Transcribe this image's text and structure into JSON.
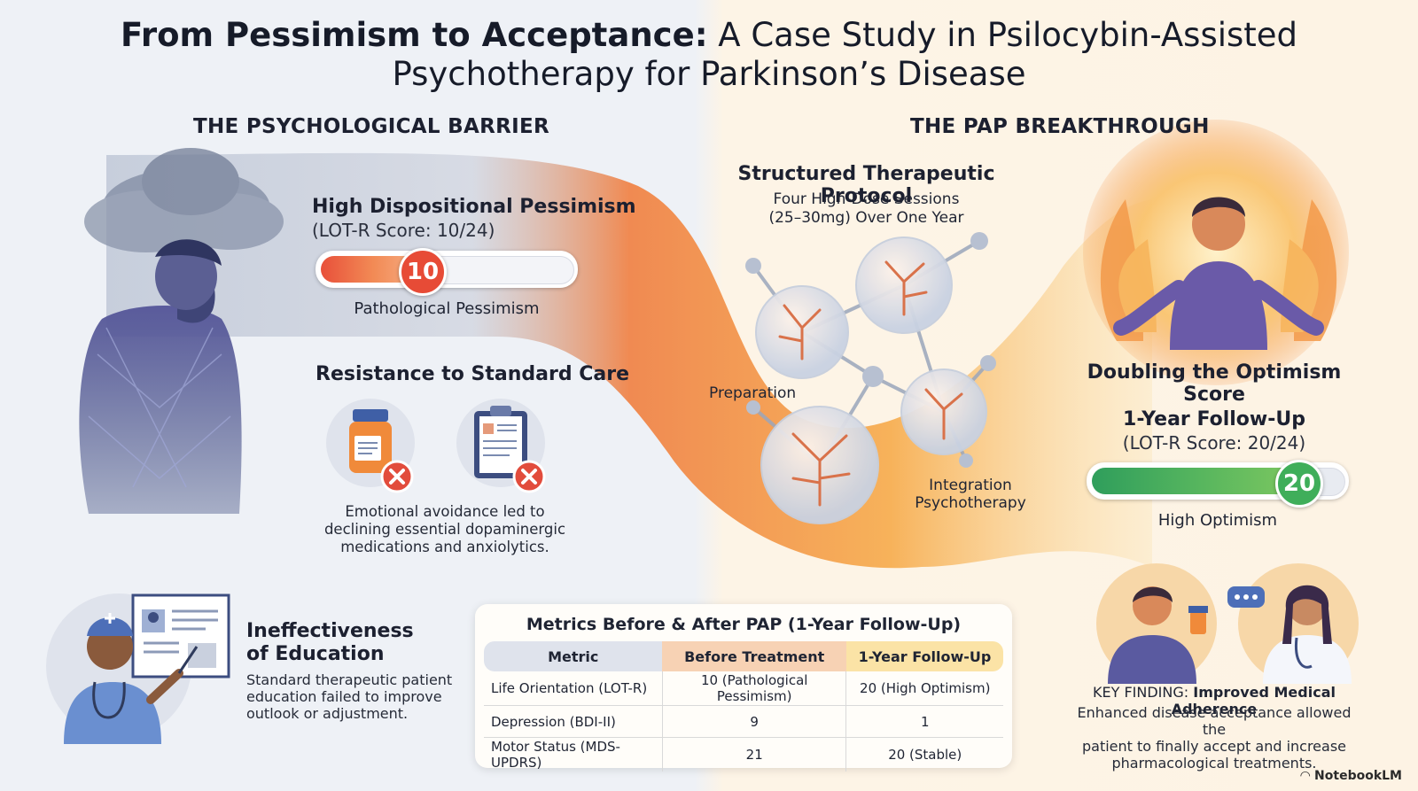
{
  "title": {
    "bold": "From Pessimism to Acceptance:",
    "rest_line1": " A Case Study in Psilocybin-Assisted",
    "line2": "Psychotherapy for Parkinson’s Disease"
  },
  "left": {
    "heading": "THE PSYCHOLOGICAL BARRIER",
    "pessimism": {
      "title": "High Dispositional Pessimism",
      "score": "(LOT-R Score: 10/24)",
      "value": 10,
      "max": 24,
      "badge": "10",
      "label": "Pathological Pessimism"
    },
    "resistance": {
      "title": "Resistance to Standard Care",
      "text": [
        "Emotional avoidance led to",
        "declining essential dopaminergic",
        "medications and anxiolytics."
      ]
    },
    "education": {
      "title_line1": "Ineffectiveness",
      "title_line2": "of Education",
      "text": [
        "Standard therapeutic patient",
        "education failed to improve",
        "outlook or adjustment."
      ]
    }
  },
  "center": {
    "protocol_title": "Structured Therapeutic Protocol",
    "protocol_line1": "Four High-Dose Sessions",
    "protocol_line2": "(25–30mg) Over One Year",
    "label_preparation": "Preparation",
    "label_integration_1": "Integration",
    "label_integration_2": "Psychotherapy"
  },
  "right": {
    "heading": "THE PAP BREAKTHROUGH",
    "doubling": "Doubling the Optimism Score",
    "followup_title": "1-Year Follow-Up",
    "followup_score": "(LOT-R Score: 20/24)",
    "value": 20,
    "max": 24,
    "badge": "20",
    "label": "High Optimism",
    "key_prefix": "KEY FINDING: ",
    "key_bold": "Improved Medical Adherence",
    "key_text": [
      "Enhanced disease acceptance allowed the",
      "patient to finally accept and increase",
      "pharmacological treatments."
    ],
    "brand": "NotebookLM"
  },
  "table": {
    "title": "Metrics Before & After PAP (1-Year Follow-Up)",
    "headers": [
      "Metric",
      "Before Treatment",
      "1-Year Follow-Up"
    ],
    "rows": [
      [
        "Life Orientation (LOT-R)",
        "10 (Pathological Pessimism)",
        "20 (High Optimism)"
      ],
      [
        "Depression (BDI-II)",
        "9",
        "1"
      ],
      [
        "Motor Status (MDS-UPDRS)",
        "21",
        "20 (Stable)"
      ]
    ]
  },
  "colors": {
    "pessimism_red": "#e8503a",
    "optimism_green": "#3fae5a",
    "orange_accent": "#f29a4a",
    "table_before_header": "#f7d2b4",
    "table_after_header": "#fbe3a6",
    "table_metric_header": "#dfe3ec"
  }
}
